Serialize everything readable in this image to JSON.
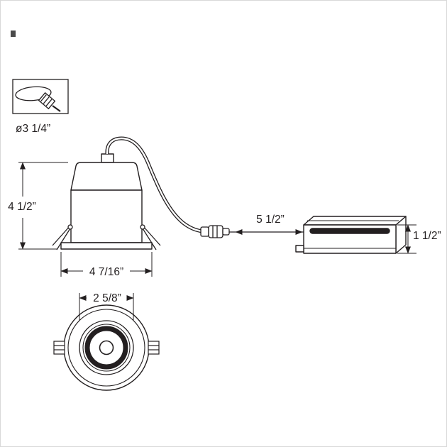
{
  "colors": {
    "ink": "#231f20",
    "background": "#ffffff"
  },
  "cutout_icon": {
    "diameter_label": "ø3 1/4”"
  },
  "side_view": {
    "height_label": "4 1/2”",
    "width_label": "4 7/16”"
  },
  "wiring": {
    "whip_length_label": "5 1/2”"
  },
  "junction_box": {
    "height_label": "1 1/2”"
  },
  "front_view": {
    "aperture_label": "2 5/8”"
  }
}
